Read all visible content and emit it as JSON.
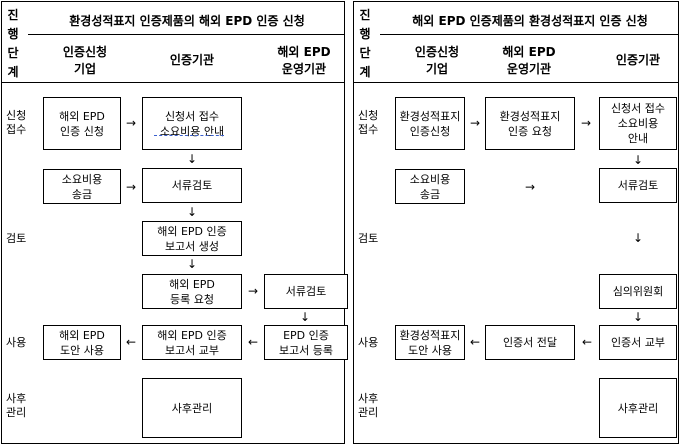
{
  "left": {
    "stage_header": "진\n행\n단\n계",
    "title": "환경성적표지 인증제품의 해외 EPD 인증 신청",
    "col_headers": [
      "인증신청\n기업",
      "인증기관",
      "해외 EPD\n운영기관"
    ],
    "row_labels": [
      "신청\n접수",
      "검토",
      "사용",
      "사후\n관리"
    ],
    "boxes": {
      "b1": "해외 EPD\n인증 신청",
      "b2": "신청서 접수\n소요비용 안내",
      "b3": "소요비용\n송금",
      "b4": "서류검토",
      "b5": "해외 EPD 인증\n보고서 생성",
      "b6": "해외 EPD\n등록 요청",
      "b7": "서류검토",
      "b8": "해외 EPD\n도안 사용",
      "b9": "해외 EPD 인증\n보고서 교부",
      "b10": "EPD 인증\n보고서 등록",
      "b11": "사후관리"
    },
    "arrows": {
      "right": "→",
      "left": "←",
      "down": "↓"
    }
  },
  "right": {
    "stage_header": "진\n행\n단\n계",
    "title": "해외 EPD 인증제품의 환경성적표지 인증 신청",
    "col_headers": [
      "인증신청\n기업",
      "해외 EPD\n운영기관",
      "인증기관"
    ],
    "row_labels": [
      "신청\n접수",
      "검토",
      "사용",
      "사후\n관리"
    ],
    "boxes": {
      "b1": "환경성적표지\n인증신청",
      "b2": "환경성적표지\n인증 요청",
      "b3": "신청서 접수\n소요비용\n안내",
      "b4": "소요비용\n송금",
      "b5": "서류검토",
      "b6": "심의위원회",
      "b7": "환경성적표지\n도안 사용",
      "b8": "인증서 전달",
      "b9": "인증서 교부",
      "b10": "사후관리"
    },
    "arrows": {
      "right": "→",
      "left": "←",
      "down": "↓"
    }
  }
}
